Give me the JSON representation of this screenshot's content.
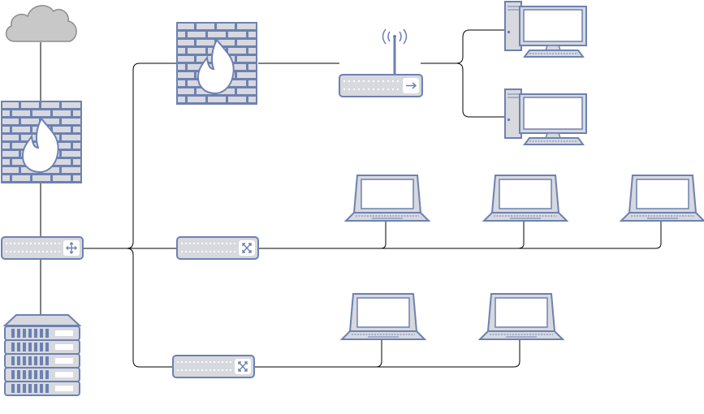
{
  "diagram": {
    "nodes": [
      {
        "id": "cloud",
        "kind": "cloud-icon"
      },
      {
        "id": "firewall-left",
        "kind": "firewall-icon"
      },
      {
        "id": "firewall-top",
        "kind": "firewall-icon"
      },
      {
        "id": "core-router",
        "kind": "router-icon"
      },
      {
        "id": "wireless-router",
        "kind": "wireless-router-icon"
      },
      {
        "id": "desktop-1",
        "kind": "desktop-computer-icon"
      },
      {
        "id": "desktop-2",
        "kind": "desktop-computer-icon"
      },
      {
        "id": "switch-middle",
        "kind": "switch-icon"
      },
      {
        "id": "switch-bottom",
        "kind": "switch-icon"
      },
      {
        "id": "laptop-1",
        "kind": "laptop-icon"
      },
      {
        "id": "laptop-2",
        "kind": "laptop-icon"
      },
      {
        "id": "laptop-3",
        "kind": "laptop-icon"
      },
      {
        "id": "laptop-4",
        "kind": "laptop-icon"
      },
      {
        "id": "laptop-5",
        "kind": "laptop-icon"
      },
      {
        "id": "server-rack",
        "kind": "server-rack-icon"
      }
    ],
    "edges": [
      {
        "from": "cloud",
        "to": "firewall-left"
      },
      {
        "from": "firewall-left",
        "to": "core-router"
      },
      {
        "from": "core-router",
        "to": "server-rack"
      },
      {
        "from": "core-router",
        "to": "firewall-top"
      },
      {
        "from": "core-router",
        "to": "switch-middle"
      },
      {
        "from": "core-router",
        "to": "switch-bottom"
      },
      {
        "from": "firewall-top",
        "to": "wireless-router"
      },
      {
        "from": "wireless-router",
        "to": "desktop-1"
      },
      {
        "from": "wireless-router",
        "to": "desktop-2"
      },
      {
        "from": "switch-middle",
        "to": "laptop-1"
      },
      {
        "from": "switch-middle",
        "to": "laptop-2"
      },
      {
        "from": "switch-middle",
        "to": "laptop-3"
      },
      {
        "from": "switch-bottom",
        "to": "laptop-4"
      },
      {
        "from": "switch-bottom",
        "to": "laptop-5"
      }
    ],
    "colors": {
      "device_body": "#d7d9df",
      "device_outline": "#6d81b1",
      "cloud_fill": "#c8c8c8",
      "connector": "#000000"
    }
  }
}
